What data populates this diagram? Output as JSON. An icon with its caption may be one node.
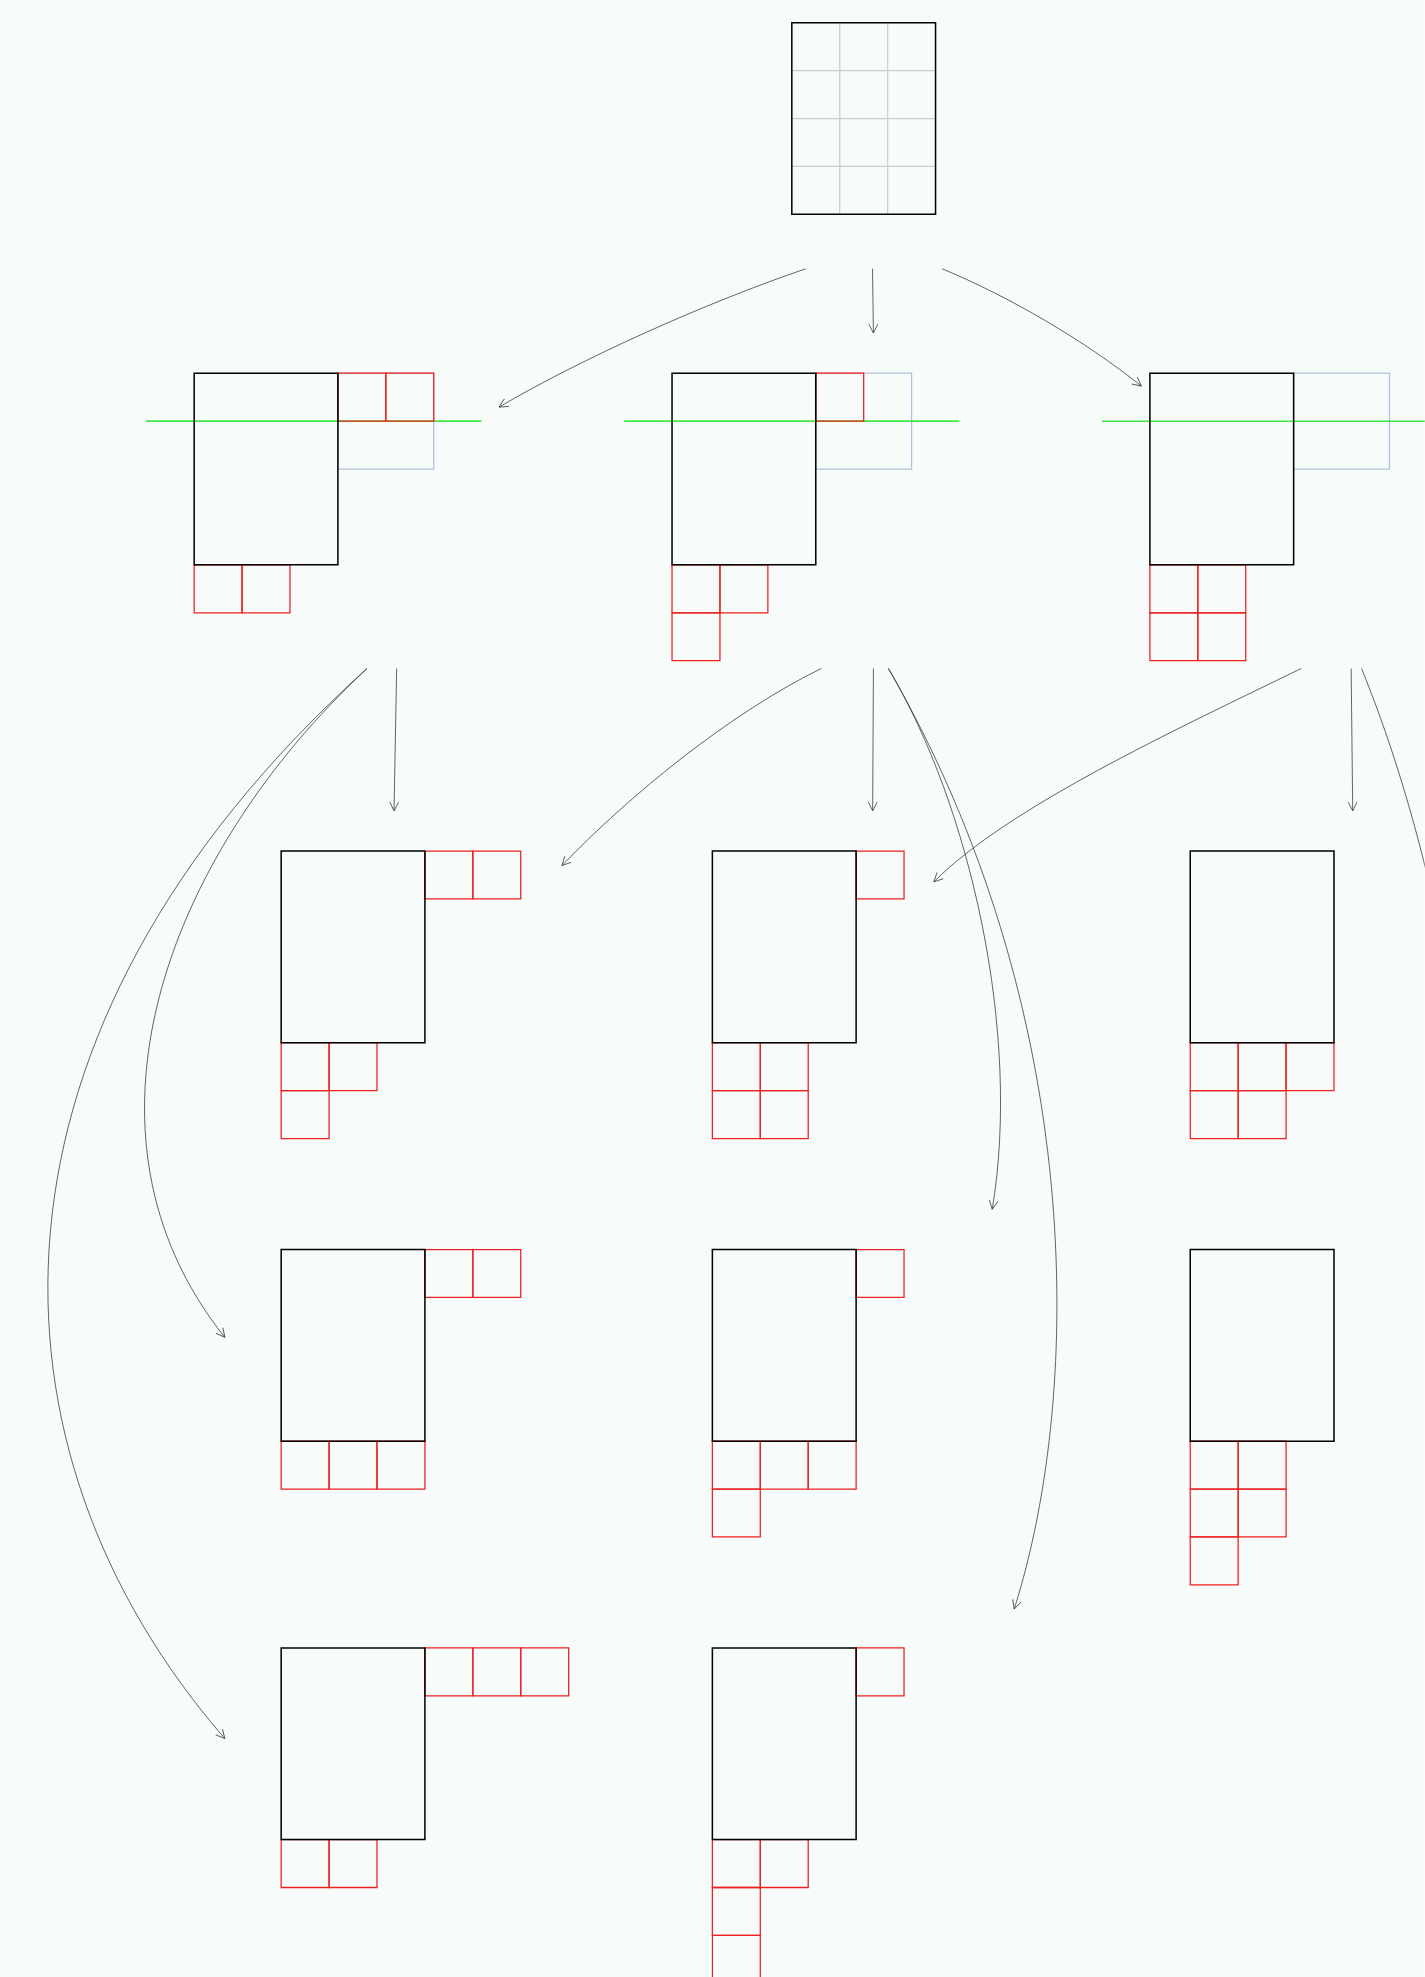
{
  "diagram": {
    "nodes": [
      {
        "text": [],
        "shape": "grid"
      },
      {
        "text": [],
        "shape": "grid"
      },
      {
        "text": [],
        "shape": "grid"
      },
      {
        "text": [],
        "shape": "grid"
      },
      {
        "text": [],
        "shape": "grid"
      },
      {
        "text": [],
        "shape": "grid"
      },
      {
        "text": [],
        "shape": "grid"
      },
      {
        "text": [],
        "shape": "grid"
      },
      {
        "text": [],
        "shape": "grid"
      },
      {
        "text": [],
        "shape": "grid"
      },
      {
        "text": [],
        "shape": "grid"
      },
      {
        "text": [],
        "shape": "grid"
      }
    ],
    "edges": [
      {
        "from": 0,
        "to": 1,
        "arrow": "to"
      },
      {
        "from": 0,
        "to": 2,
        "arrow": "to"
      },
      {
        "from": 0,
        "to": 3,
        "arrow": "to"
      },
      {
        "from": 1,
        "to": 4,
        "arrow": "to"
      },
      {
        "from": 1,
        "to": 7,
        "arrow": "to"
      },
      {
        "from": 1,
        "to": 10,
        "arrow": "to"
      },
      {
        "from": 2,
        "to": 4,
        "arrow": "to"
      },
      {
        "from": 2,
        "to": 5,
        "arrow": "to"
      },
      {
        "from": 2,
        "to": 8,
        "arrow": "to"
      },
      {
        "from": 2,
        "to": 11,
        "arrow": "to"
      },
      {
        "from": 3,
        "to": 5,
        "arrow": "to"
      },
      {
        "from": 3,
        "to": 6,
        "arrow": "to"
      },
      {
        "from": 3,
        "to": null,
        "arrow": "none"
      }
    ]
  }
}
